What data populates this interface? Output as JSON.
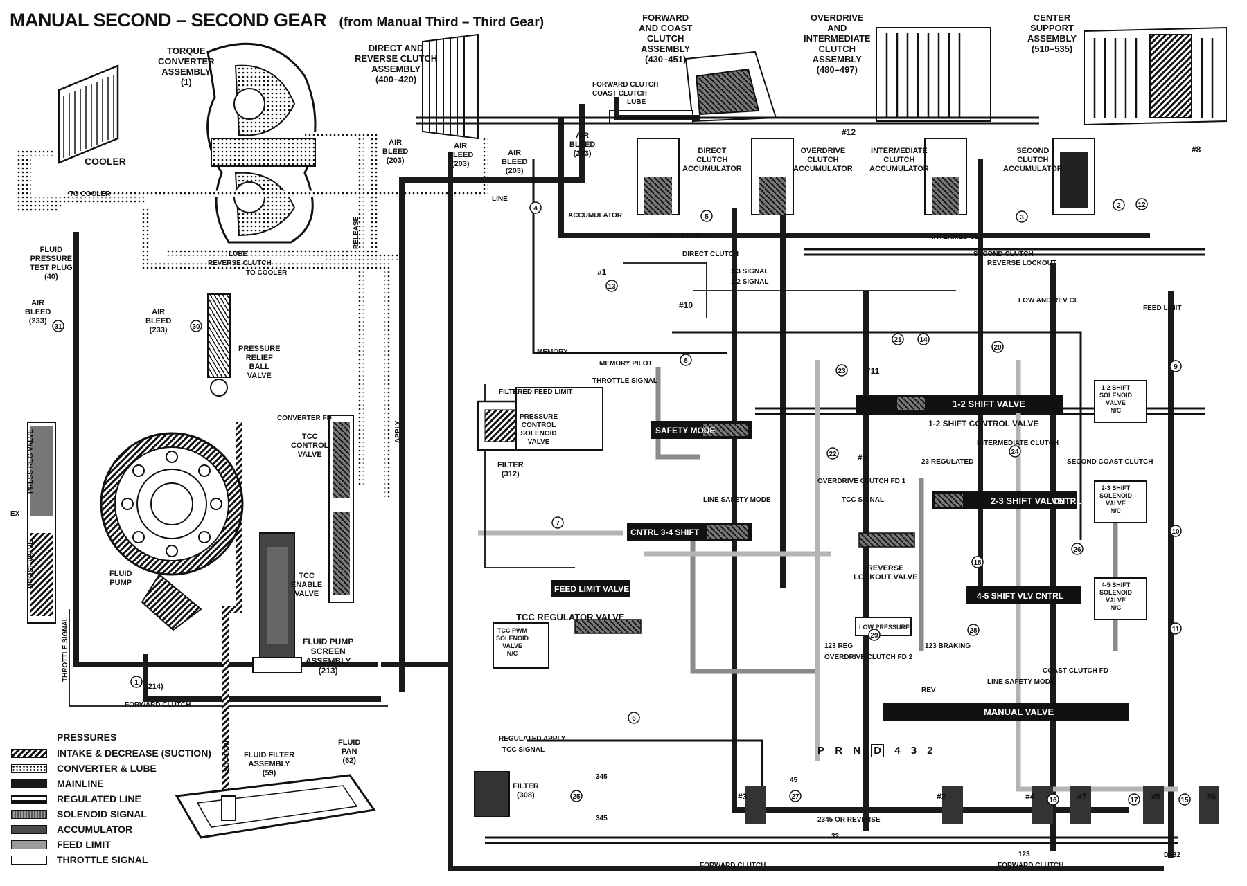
{
  "title": {
    "main": "MANUAL SECOND – SECOND GEAR",
    "sub": "(from Manual Third – Third Gear)"
  },
  "components": {
    "torque_converter": "TORQUE\nCONVERTER\nASSEMBLY\n(1)",
    "direct_reverse_clutch": "DIRECT AND\nREVERSE CLUTCH\nASSEMBLY\n(400–420)",
    "forward_coast_clutch": "FORWARD\nAND COAST\nCLUTCH\nASSEMBLY\n(430–451)",
    "overdrive_intermediate_clutch": "OVERDRIVE\nAND\nINTERMEDIATE\nCLUTCH\nASSEMBLY\n(480–497)",
    "center_support": "CENTER\nSUPPORT\nASSEMBLY\n(510–535)",
    "cooler": "COOLER",
    "fluid_pressure_test_plug": "FLUID\nPRESSURE\nTEST PLUG\n(40)",
    "air_bleed_233_left": "AIR\nBLEED\n(233)",
    "air_bleed_233_mid": "AIR\nBLEED\n(233)",
    "pressure_relief_ball_valve": "PRESSURE\nRELIEF\nBALL\nVALVE",
    "fluid_pump": "FLUID\nPUMP",
    "tcc_control_valve": "TCC\nCONTROL\nVALVE",
    "tcc_enable_valve": "TCC\nENABLE\nVALVE",
    "fluid_pump_screen": "FLUID PUMP\nSCREEN\nASSEMBLY\n(213)",
    "fluid_filter": "FLUID FILTER\nASSEMBLY\n(59)",
    "fluid_pan": "FLUID\nPAN\n(62)",
    "pressure_control_solenoid": "PRESSURE\nCONTROL\nSOLENOID\nVALVE",
    "filter_312": "FILTER\n(312)",
    "filter_308": "FILTER\n(308)",
    "tcc_regulator_valve": "TCC REGULATOR VALVE",
    "tcc_pwm_solenoid": "TCC PWM\nSOLENOID\nVALVE\nN/C",
    "feed_limit_valve": "FEED LIMIT VALVE",
    "safety_mode": "SAFETY MODE",
    "cntrl_34_shift": "CNTRL   3-4 SHIFT",
    "reverse_lockout_valve": "REVERSE\nLOCKOUT VALVE",
    "low_pressure": "LOW PRESSURE",
    "direct_clutch_accumulator": "DIRECT\nCLUTCH\nACCUMULATOR",
    "overdrive_clutch_accumulator": "OVERDRIVE\nCLUTCH\nACCUMULATOR",
    "intermediate_clutch_accumulator": "INTERMEDIATE\nCLUTCH\nACCUMULATOR",
    "second_clutch_accumulator": "SECOND\nCLUTCH\nACCUMULATOR",
    "shift_12_valve": "1-2 SHIFT VALVE",
    "shift_12_control_valve": "1-2 SHIFT CONTROL VALVE",
    "shift_23_valve": "2-3 SHIFT VALVE",
    "shift_23_cntrl": "CNTRL",
    "shift_45_valve": "4-5 SHIFT VLV CNTRL",
    "manual_valve": "MANUAL VALVE",
    "solenoid_12": "1-2 SHIFT\nSOLENOID\nVALVE\nN/C",
    "solenoid_23": "2-3 SHIFT\nSOLENOID\nVALVE\nN/C",
    "solenoid_45": "4-5 SHIFT\nSOLENOID\nVALVE\nN/C",
    "press_reg_valve": "PRESS REG VALVE",
    "boost_valve": "BOOST VALVE"
  },
  "air_bleeds": [
    "AIR\nBLEED\n(203)",
    "AIR\nBLEED\n(203)",
    "AIR\nBLEED\n(203)",
    "AIR\nBLEED\n(203)"
  ],
  "circuit_labels": {
    "forward_clutch_top": "FORWARD CLUTCH",
    "coast_clutch_top": "COAST CLUTCH",
    "lube_top": "LUBE",
    "line": "LINE",
    "accumulator": "ACCUMULATOR",
    "coast_clutch": "COAST CLUTCH",
    "direct_clutch": "DIRECT CLUTCH",
    "reverse_clutch": "REVERSE CLUTCH",
    "to_cooler": "TO COOLER",
    "lube": "LUBE",
    "release": "RELEASE",
    "apply": "APPLY",
    "signal_23": "2 3 SIGNAL",
    "signal_12": "1 2 SIGNAL",
    "reverse_lockout": "REVERSE LOCKOUT",
    "second_clutch": "SECOND CLUTCH",
    "intermed_cl": "INTERMED CL",
    "low_and_rev_cl": "LOW AND REV CL",
    "feed_limit": "FEED LIMIT",
    "memory": "MEMORY",
    "memory_pilot": "MEMORY PILOT",
    "throttle_signal": "THROTTLE SIGNAL",
    "filtered_feed_limit": "FILTERED FEED LIMIT",
    "converter_feed": "CONVERTER FD",
    "intermediate_clutch": "INTERMEDIATE CLUTCH",
    "second_coast_clutch": "SECOND COAST CLUTCH",
    "regulated_23": "23 REGULATED",
    "overdrive_clutch_fd": "OVERDRIVE CLUTCH FD 1",
    "tcc_signal": "TCC SIGNAL",
    "line_safety_mode": "LINE SAFETY MODE",
    "forward_clutch": "FORWARD CLUTCH",
    "regulated_apply": "REGULATED APPLY",
    "rev": "REV",
    "regulated_123": "123 REG",
    "braking_123": "123 BRAKING",
    "overdrive_clutch_fd2": "OVERDRIVE CLUTCH FD 2",
    "coast_clutch_fd": "COAST CLUTCH FD",
    "or_reverse_2345": "2345 OR REVERSE",
    "suction": "SUCTION",
    "ex": "EX",
    "d432": "D432",
    "c345": "345",
    "c123": "123",
    "c45": "45",
    "c32": "32"
  },
  "checkballs": [
    "#1",
    "#2",
    "#3",
    "#4",
    "#5",
    "#6",
    "#7",
    "#8",
    "#9",
    "#10",
    "#11",
    "#12"
  ],
  "circled_numbers": [
    "1",
    "2",
    "3",
    "4",
    "5",
    "6",
    "7",
    "8",
    "9",
    "10",
    "11",
    "12",
    "13",
    "14",
    "15",
    "16",
    "17",
    "18",
    "20",
    "21",
    "22",
    "23",
    "24",
    "25",
    "26",
    "27",
    "28",
    "29",
    "30",
    "31"
  ],
  "part_ref_214": "(214)",
  "gear_selector": {
    "positions": [
      "P",
      "R",
      "N",
      "D",
      "4",
      "3",
      "2"
    ],
    "selected": "D"
  },
  "legend": {
    "heading": "PRESSURES",
    "items": [
      {
        "label": "INTAKE & DECREASE (SUCTION)",
        "key": "intake"
      },
      {
        "label": "CONVERTER & LUBE",
        "key": "converter"
      },
      {
        "label": "MAINLINE",
        "key": "mainline"
      },
      {
        "label": "REGULATED LINE",
        "key": "regline"
      },
      {
        "label": "SOLENOID SIGNAL",
        "key": "solenoid"
      },
      {
        "label": "ACCUMULATOR",
        "key": "accum"
      },
      {
        "label": "FEED LIMIT",
        "key": "feed"
      },
      {
        "label": "THROTTLE SIGNAL",
        "key": "throttle"
      }
    ]
  }
}
